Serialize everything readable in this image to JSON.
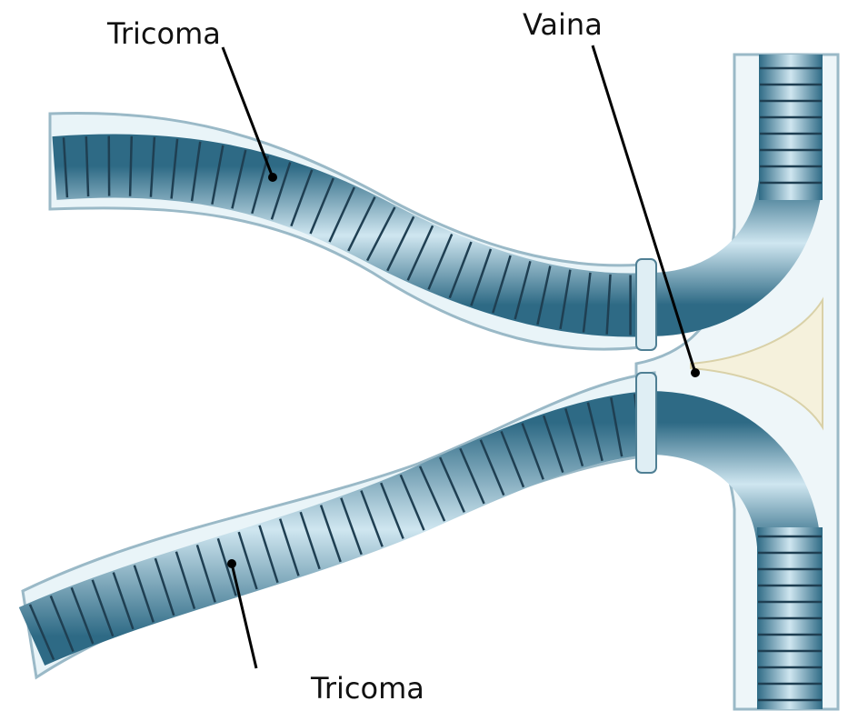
{
  "labels": {
    "trichome_top": "Tricoma",
    "sheath": "Vaina",
    "trichome_bottom": "Tricoma"
  },
  "colors": {
    "cell_fill": "#4f8aa3",
    "cell_light": "#dceef6",
    "cell_wall": "#1f3f52",
    "sheath": "#e9f4f8",
    "sheath_edge": "#9ab9c7",
    "leader": "#000000"
  }
}
